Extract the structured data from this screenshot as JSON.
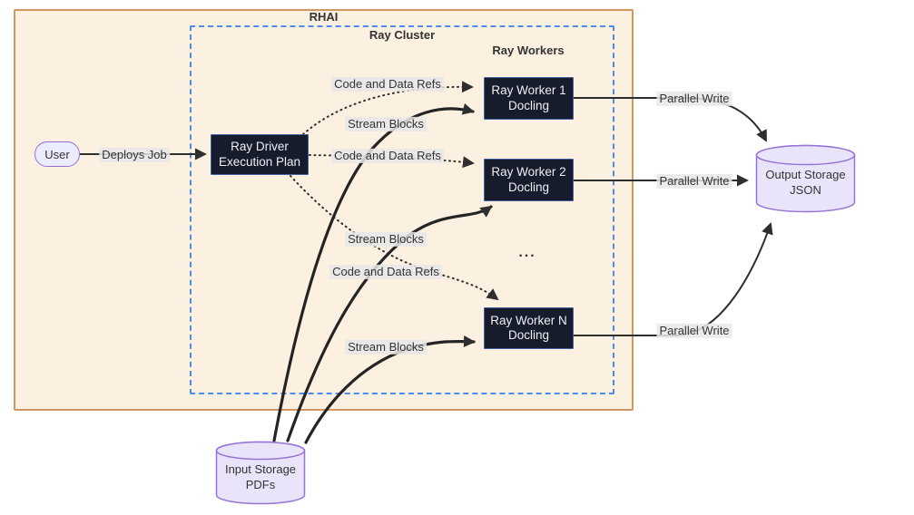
{
  "containers": {
    "rhai_label": "RHAI",
    "ray_cluster_label": "Ray Cluster",
    "ray_workers_label": "Ray Workers"
  },
  "nodes": {
    "user": {
      "label": "User"
    },
    "ray_driver": {
      "line1": "Ray Driver",
      "line2": "Execution Plan"
    },
    "ray_worker_1": {
      "line1": "Ray Worker 1",
      "line2": "Docling"
    },
    "ray_worker_2": {
      "line1": "Ray Worker 2",
      "line2": "Docling"
    },
    "ray_worker_n": {
      "line1": "Ray Worker N",
      "line2": "Docling"
    },
    "workers_ellipsis": {
      "label": "..."
    },
    "input_storage": {
      "line1": "Input Storage",
      "line2": "PDFs"
    },
    "output_storage": {
      "line1": "Output Storage",
      "line2": "JSON"
    }
  },
  "edge_labels": {
    "deploys_job": "Deploys Job",
    "code_and_data_refs_1": "Code and Data Refs",
    "stream_blocks_1": "Stream Blocks",
    "code_and_data_refs_2": "Code and Data Refs",
    "stream_blocks_2": "Stream Blocks",
    "code_and_data_refs_3": "Code and Data Refs",
    "stream_blocks_3": "Stream Blocks",
    "parallel_write_1": "Parallel Write",
    "parallel_write_2": "Parallel Write",
    "parallel_write_3": "Parallel Write"
  },
  "colors": {
    "container_fill": "#fcf1e0",
    "container_border": "#d2975e",
    "cluster_border": "#4b8bf4",
    "node_fill": "#161c2c",
    "node_border": "#42639f",
    "node_text": "#eef0f4",
    "cylinder_fill": "#e9e4f9",
    "cylinder_border": "#9673d6",
    "pill_fill": "#ececff",
    "pill_border": "#9370db",
    "edge": "#2e2e2e",
    "label_bg": "#e8e8e8",
    "text": "#333333"
  }
}
